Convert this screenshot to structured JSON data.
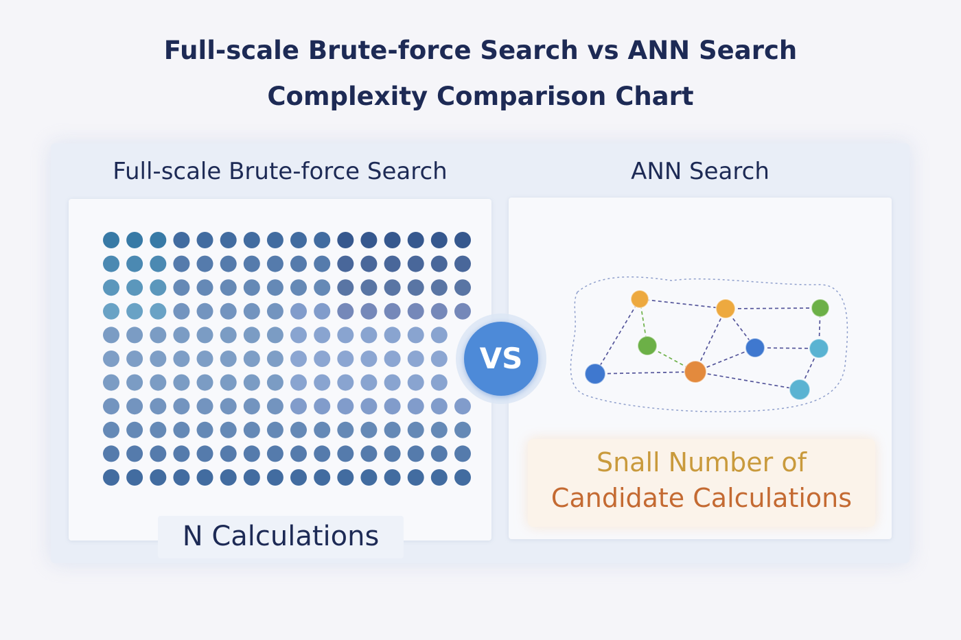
{
  "title": {
    "line1": "Full-scale Brute-force Search vs ANN Search",
    "line2": "Complexity Comparison Chart"
  },
  "left_panel": {
    "heading": "Full-scale Brute-force Search",
    "label": "N Calculations",
    "dot_grid": {
      "columns": 16,
      "row_lengths": [
        16,
        16,
        16,
        16,
        15,
        15,
        15,
        16,
        16,
        16,
        16
      ]
    }
  },
  "vs_badge": "VS",
  "right_panel": {
    "heading": "ANN Search",
    "label_line1": "Snall Number of",
    "label_line2": "Candidate Calculations",
    "graph": {
      "node_colors": [
        "orange",
        "orange",
        "green",
        "green",
        "blue",
        "cyan",
        "orange",
        "blue",
        "cyan"
      ]
    }
  },
  "colors": {
    "title": "#1d2a55",
    "vs_badge": "#4d8ad8",
    "node_orange": "#eda93f",
    "node_green": "#6cb047",
    "node_blue": "#3f78cf",
    "node_cyan": "#5ab3d2",
    "node_dark_orange": "#e38a3d",
    "label_yellow": "#c99a3c",
    "label_orange": "#c46a32"
  }
}
